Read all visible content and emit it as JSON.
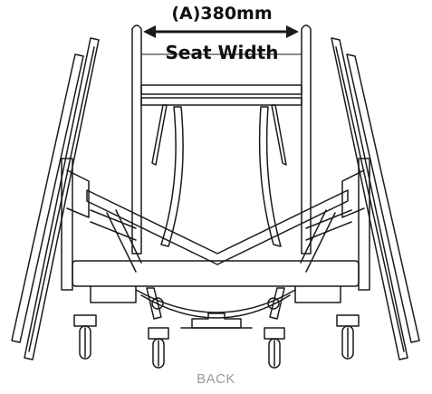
{
  "dimension": {
    "value": "(A)380mm",
    "label": "Seat Width"
  },
  "view_label": "BACK",
  "colors": {
    "line": "#1a1a1a",
    "view_label": "#9a9a9a",
    "background": "#ffffff"
  }
}
